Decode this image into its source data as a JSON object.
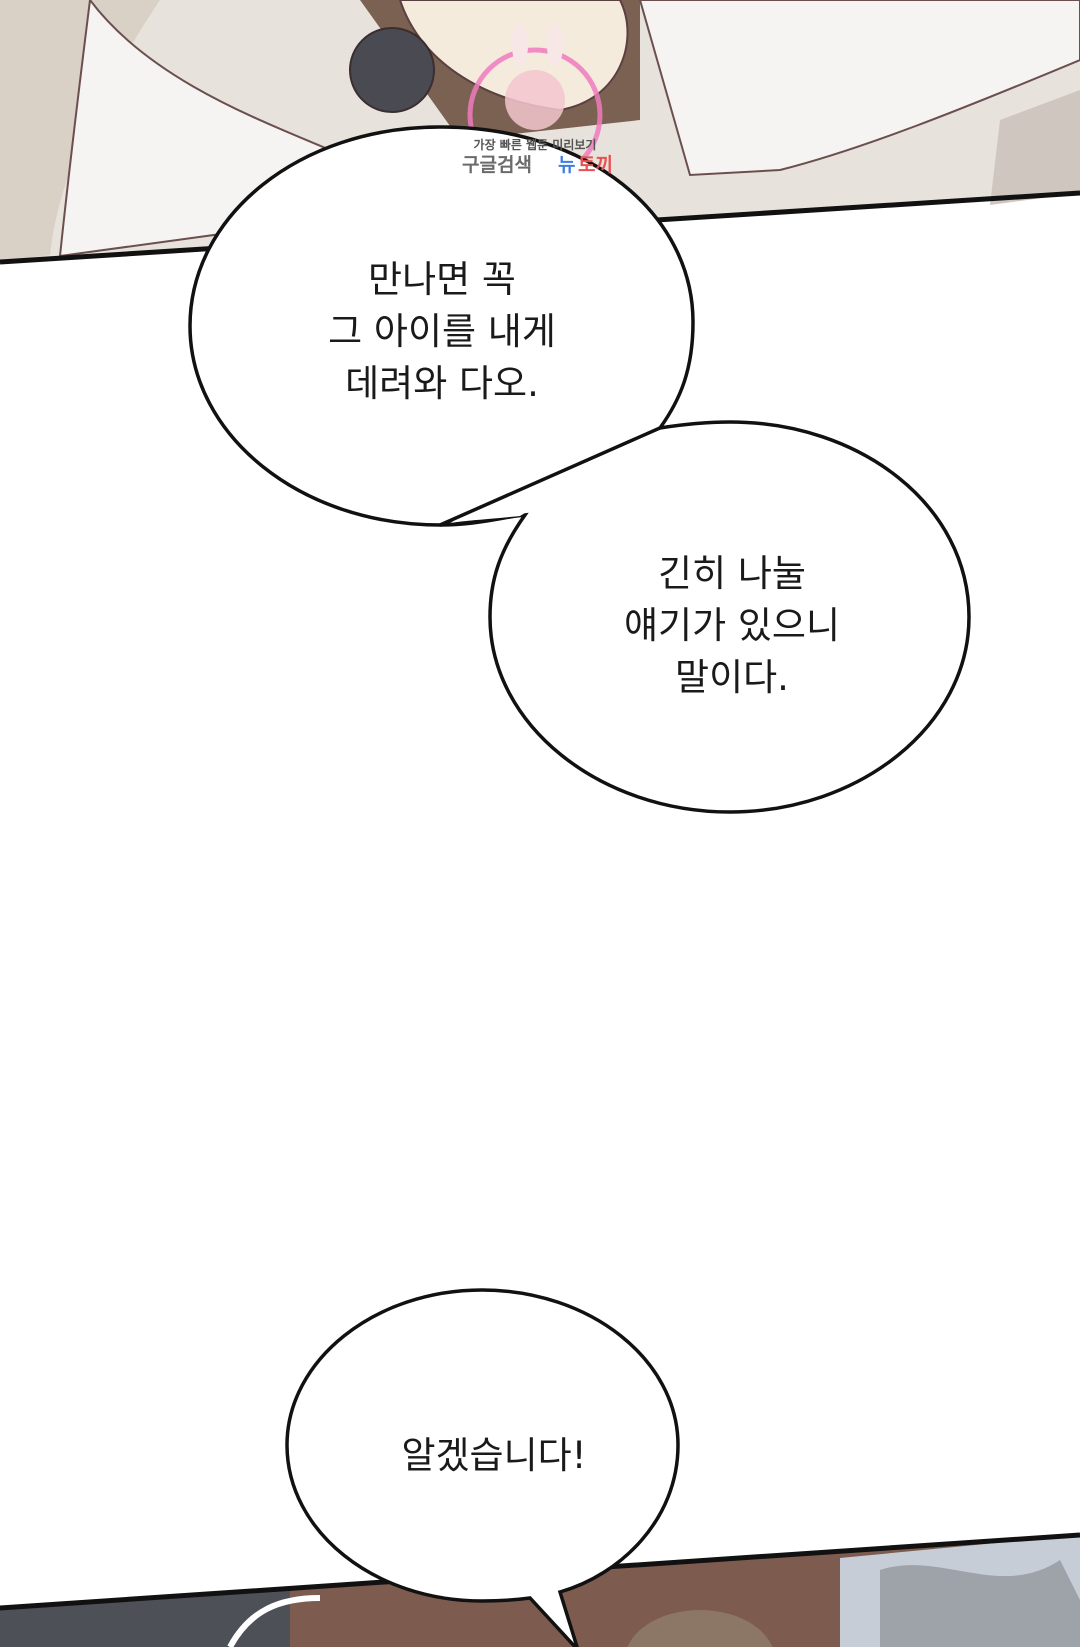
{
  "watermark": {
    "line1": "가장 빠른 웹툰 미리보기",
    "line2_a": "구글검색",
    "line2_b": "뉴",
    "line2_c": "토끼",
    "colors": {
      "gray": "#6b6b6b",
      "blue": "#3d7fe0",
      "red": "#e8514f",
      "ring": "#f07cbf"
    }
  },
  "bubbles": [
    {
      "lines": [
        "만나면 꼭",
        "그 아이를 내게",
        "데려와 다오."
      ]
    },
    {
      "lines": [
        "긴히 나눌",
        "얘기가 있으니",
        "말이다."
      ]
    },
    {
      "lines": [
        "알겠습니다!"
      ]
    }
  ]
}
